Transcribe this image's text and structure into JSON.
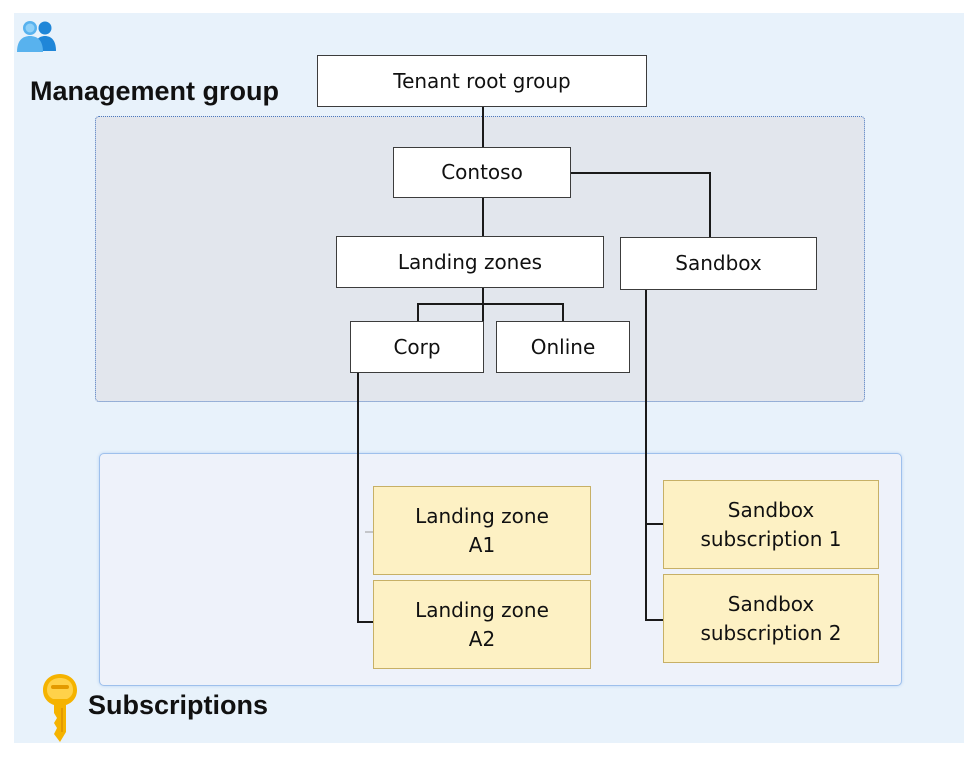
{
  "headings": {
    "management_group": "Management group",
    "subscriptions": "Subscriptions"
  },
  "management_groups": {
    "tenant_root": "Tenant root group",
    "contoso": "Contoso",
    "landing_zones": "Landing zones",
    "sandbox": "Sandbox",
    "corp": "Corp",
    "online": "Online"
  },
  "subscriptions": {
    "landing_zone_a1": "Landing zone\nA1",
    "landing_zone_a2": "Landing zone\nA2",
    "sandbox_subscription_1": "Sandbox\nsubscription 1",
    "sandbox_subscription_2": "Sandbox\nsubscription 2"
  },
  "colors": {
    "background": "#e8f2fb",
    "management_area": "#e2e6ed",
    "subscription_area": "#eef2fa",
    "subscription_box": "#fdf1c4",
    "group_icon": "#1f86d8",
    "key_icon": "#f5b300"
  },
  "icons": {
    "management_group": "users-icon",
    "subscriptions": "key-icon"
  }
}
